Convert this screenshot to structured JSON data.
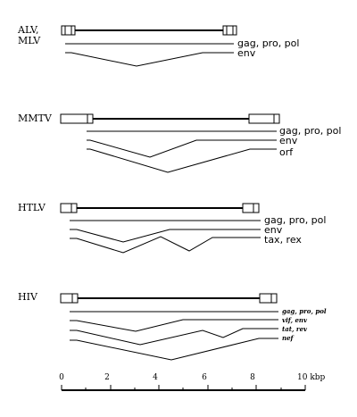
{
  "genomes": [
    {
      "name_lines": [
        "ALV,",
        "MLV"
      ],
      "transcripts": [
        {
          "label": "gag, pro, pol"
        },
        {
          "label": "env"
        }
      ]
    },
    {
      "name_lines": [
        "MMTV"
      ],
      "transcripts": [
        {
          "label": "gag, pro, pol"
        },
        {
          "label": "env"
        },
        {
          "label": "orf"
        }
      ]
    },
    {
      "name_lines": [
        "HTLV"
      ],
      "transcripts": [
        {
          "label": "gag, pro, pol"
        },
        {
          "label": "env"
        },
        {
          "label": "tax, rex"
        }
      ]
    },
    {
      "name_lines": [
        "HIV"
      ],
      "transcripts": [
        {
          "label": "gag, pro, pol"
        },
        {
          "label": "vif, env"
        },
        {
          "label": "tat, rev"
        },
        {
          "label": "nef"
        }
      ]
    }
  ],
  "scale": {
    "ticks": [
      "0",
      "2",
      "4",
      "6",
      "8"
    ],
    "end_label": "10 kbp",
    "max_kbp": 10
  }
}
